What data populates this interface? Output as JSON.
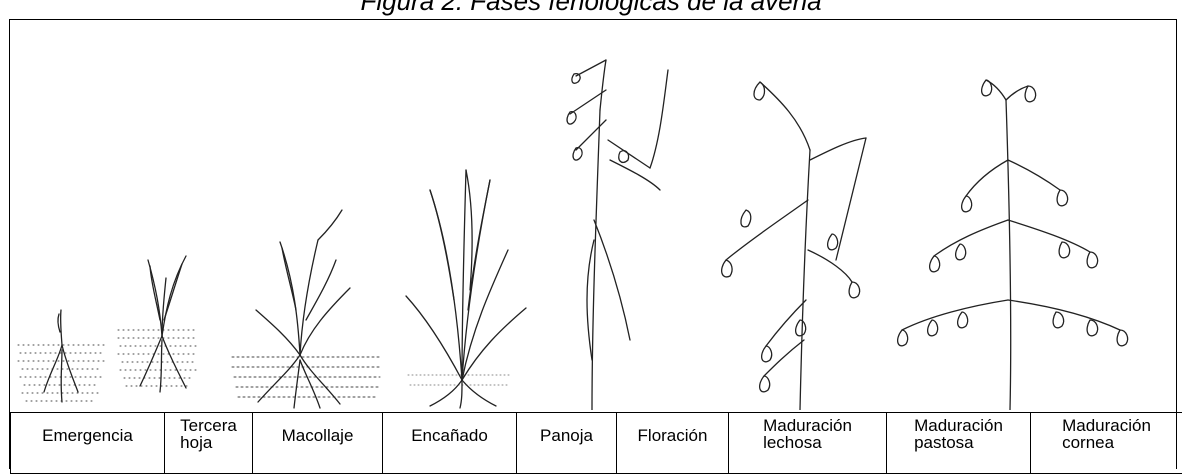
{
  "figure": {
    "title": "Figura 2. Fases fenológicas de la avena"
  },
  "stages": [
    {
      "label": "Emergencia"
    },
    {
      "label": "Tercera\nhoja"
    },
    {
      "label": "Macollaje"
    },
    {
      "label": "Encañado"
    },
    {
      "label": "Panoja"
    },
    {
      "label": "Floración"
    },
    {
      "label": "Maduración\nlechosa"
    },
    {
      "label": "Maduración\npastosa"
    },
    {
      "label": "Maduración\ncornea"
    }
  ]
}
